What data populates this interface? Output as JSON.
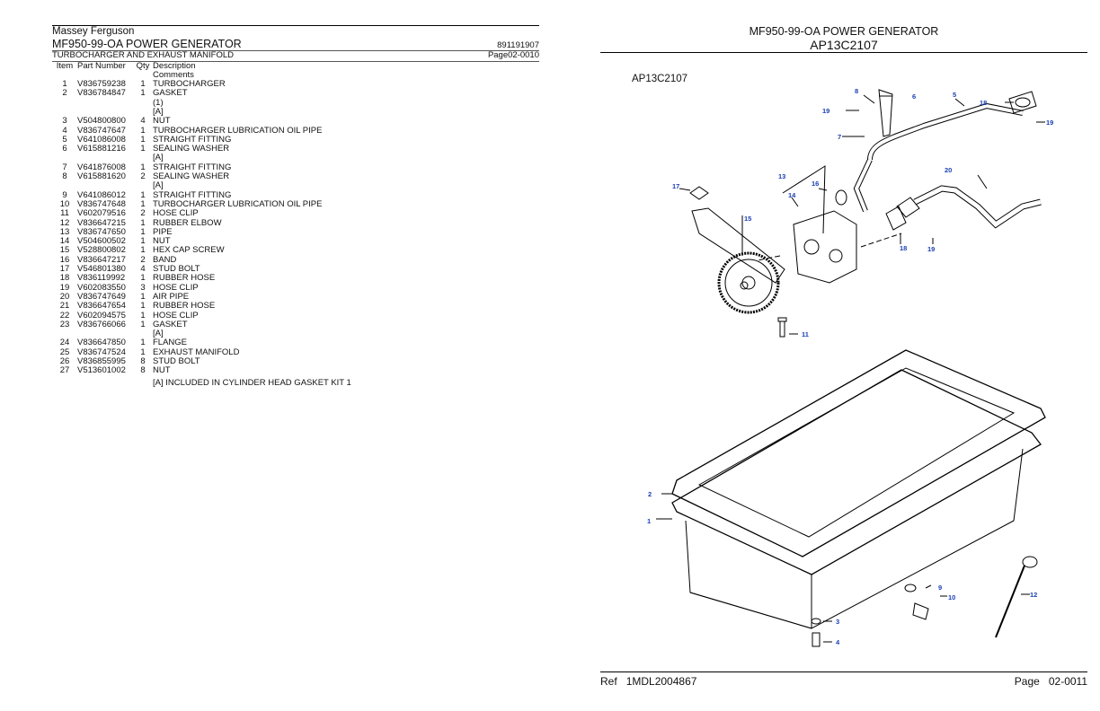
{
  "header": {
    "brand": "Massey Ferguson",
    "title": "MF950-99-OA POWER GENERATOR",
    "code": "891191907",
    "section": "TURBOCHARGER AND EXHAUST MANIFOLD",
    "page_ref": "Page02-0010"
  },
  "table": {
    "col_item": "Item",
    "col_part": "Part Number",
    "col_qty": "Qty",
    "col_desc": "Description",
    "col_comments": "Comments",
    "rows": [
      {
        "item": "1",
        "part": "V836759238",
        "qty": "1",
        "desc": "TURBOCHARGER"
      },
      {
        "item": "2",
        "part": "V836784847",
        "qty": "1",
        "desc": "GASKET"
      },
      {
        "item": "",
        "part": "",
        "qty": "",
        "desc": "(1)"
      },
      {
        "item": "",
        "part": "",
        "qty": "",
        "desc": "[A]"
      },
      {
        "item": "3",
        "part": "V504800800",
        "qty": "4",
        "desc": "NUT"
      },
      {
        "item": "4",
        "part": "V836747647",
        "qty": "1",
        "desc": "TURBOCHARGER LUBRICATION OIL PIPE"
      },
      {
        "item": "5",
        "part": "V641086008",
        "qty": "1",
        "desc": "STRAIGHT FITTING"
      },
      {
        "item": "6",
        "part": "V615881216",
        "qty": "1",
        "desc": "SEALING WASHER"
      },
      {
        "item": "",
        "part": "",
        "qty": "",
        "desc": "[A]"
      },
      {
        "item": "7",
        "part": "V641876008",
        "qty": "1",
        "desc": "STRAIGHT FITTING"
      },
      {
        "item": "8",
        "part": "V615881620",
        "qty": "2",
        "desc": "SEALING WASHER"
      },
      {
        "item": "",
        "part": "",
        "qty": "",
        "desc": "[A]"
      },
      {
        "item": "9",
        "part": "V641086012",
        "qty": "1",
        "desc": "STRAIGHT FITTING"
      },
      {
        "item": "10",
        "part": "V836747648",
        "qty": "1",
        "desc": "TURBOCHARGER LUBRICATION OIL PIPE"
      },
      {
        "item": "11",
        "part": "V602079516",
        "qty": "2",
        "desc": "HOSE CLIP"
      },
      {
        "item": "12",
        "part": "V836647215",
        "qty": "1",
        "desc": "RUBBER ELBOW"
      },
      {
        "item": "13",
        "part": "V836747650",
        "qty": "1",
        "desc": "PIPE"
      },
      {
        "item": "14",
        "part": "V504600502",
        "qty": "1",
        "desc": "NUT"
      },
      {
        "item": "15",
        "part": "V528800802",
        "qty": "1",
        "desc": "HEX CAP SCREW"
      },
      {
        "item": "16",
        "part": "V836647217",
        "qty": "2",
        "desc": "BAND"
      },
      {
        "item": "17",
        "part": "V546801380",
        "qty": "4",
        "desc": "STUD BOLT"
      },
      {
        "item": "18",
        "part": "V836119992",
        "qty": "1",
        "desc": "RUBBER HOSE"
      },
      {
        "item": "19",
        "part": "V602083550",
        "qty": "3",
        "desc": "HOSE CLIP"
      },
      {
        "item": "20",
        "part": "V836747649",
        "qty": "1",
        "desc": "AIR PIPE"
      },
      {
        "item": "21",
        "part": "V836647654",
        "qty": "1",
        "desc": "RUBBER HOSE"
      },
      {
        "item": "22",
        "part": "V602094575",
        "qty": "1",
        "desc": "HOSE CLIP"
      },
      {
        "item": "23",
        "part": "V836766066",
        "qty": "1",
        "desc": "GASKET"
      },
      {
        "item": "",
        "part": "",
        "qty": "",
        "desc": "[A]"
      },
      {
        "item": "24",
        "part": "V836647850",
        "qty": "1",
        "desc": "FLANGE"
      },
      {
        "item": "25",
        "part": "V836747524",
        "qty": "1",
        "desc": "EXHAUST MANIFOLD"
      },
      {
        "item": "26",
        "part": "V836855995",
        "qty": "8",
        "desc": "STUD BOLT"
      },
      {
        "item": "27",
        "part": "V513601002",
        "qty": "8",
        "desc": "NUT"
      }
    ],
    "note": "[A] INCLUDED IN CYLINDER HEAD GASKET KIT 1"
  },
  "diagram": {
    "header_title": "MF950-99-OA POWER GENERATOR",
    "header_code": "AP13C2107",
    "figure_id": "AP13C2107",
    "callouts": [
      "1",
      "2",
      "3",
      "4",
      "5",
      "6",
      "7",
      "8",
      "9",
      "10",
      "11",
      "12",
      "13",
      "14",
      "15",
      "16",
      "17",
      "18",
      "19",
      "20"
    ]
  },
  "footer": {
    "ref_label": "Ref",
    "ref_value": "1MDL2004867",
    "page_label": "Page",
    "page_value": "02-0011"
  },
  "colors": {
    "callout": "#1a3fb5",
    "line": "#000000"
  }
}
